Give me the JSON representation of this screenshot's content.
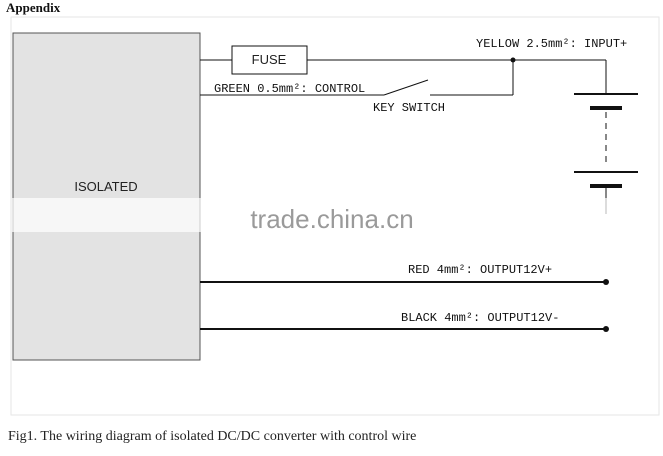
{
  "heading": "Appendix",
  "block": {
    "label": "ISOLATED"
  },
  "fuse": {
    "label": "FUSE"
  },
  "labels": {
    "yellow": "YELLOW 2.5mm²: INPUT+",
    "green": "GREEN  0.5mm²: CONTROL",
    "key_switch": "KEY SWITCH",
    "red": "RED 4mm²: OUTPUT12V+",
    "black": "BLACK 4mm²: OUTPUT12V-"
  },
  "watermark": "trade.china.cn",
  "caption": "Fig1. The wiring diagram of isolated DC/DC converter with control wire",
  "colors": {
    "block_fill": "#e3e3e3",
    "line": "#111111",
    "watermark": "#9a9a9a"
  }
}
